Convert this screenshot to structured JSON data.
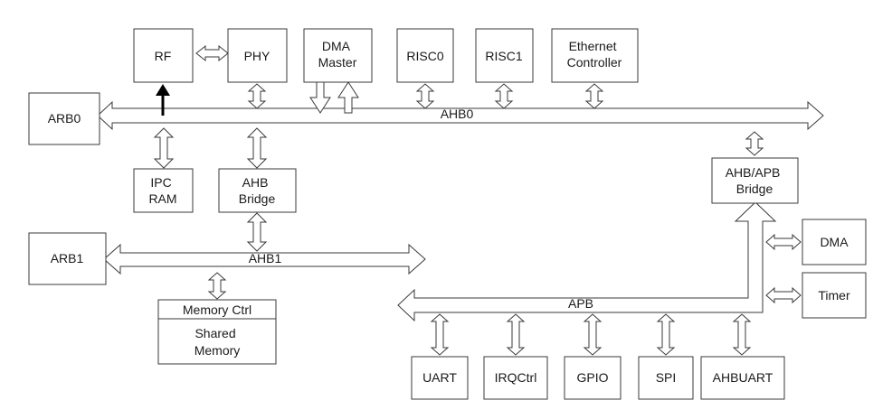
{
  "blocks": {
    "rf": "RF",
    "phy": "PHY",
    "dma_master": [
      "DMA",
      "Master"
    ],
    "risc0": "RISC0",
    "risc1": "RISC1",
    "ethernet": [
      "Ethernet",
      "Controller"
    ],
    "arb0": "ARB0",
    "ipc_ram": [
      "IPC",
      "RAM"
    ],
    "ahb_bridge": [
      "AHB",
      "Bridge"
    ],
    "ahb_apb_bridge": [
      "AHB/APB",
      "Bridge"
    ],
    "arb1": "ARB1",
    "memory_ctrl": "Memory Ctrl",
    "shared_memory": [
      "Shared",
      "Memory"
    ],
    "dma": "DMA",
    "timer": "Timer",
    "uart": "UART",
    "irqctrl": "IRQCtrl",
    "gpio": "GPIO",
    "spi": "SPI",
    "ahbuart": "AHBUART"
  },
  "buses": {
    "ahb0": "AHB0",
    "ahb1": "AHB1",
    "apb": "APB"
  },
  "colors": {
    "stroke": "#3a3a3a",
    "fill": "#ffffff",
    "rf_arrow": "#000000"
  }
}
